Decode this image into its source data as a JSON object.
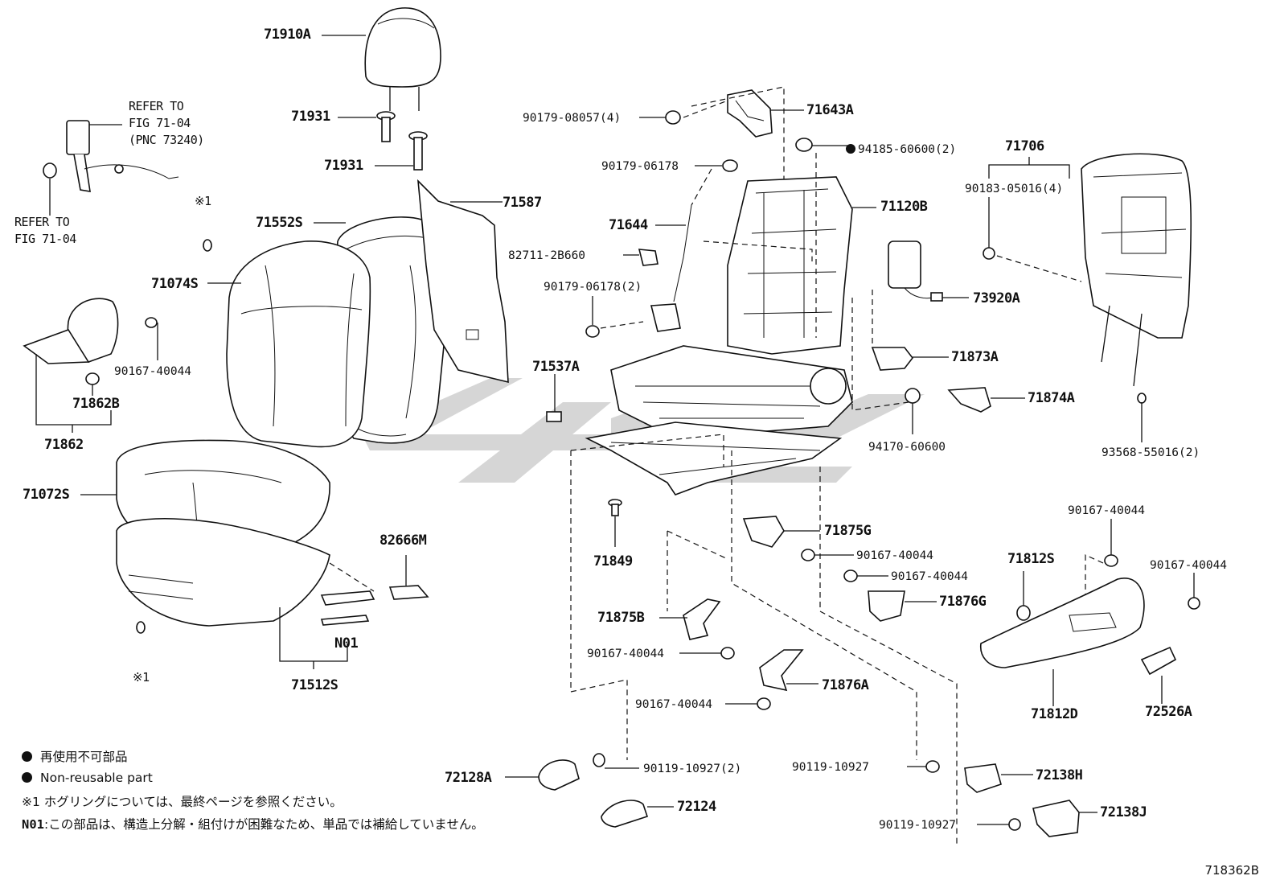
{
  "diagram": {
    "labels": [
      {
        "key": "71910A",
        "text": "71910A"
      },
      {
        "key": "71931a",
        "text": "71931"
      },
      {
        "key": "71931b",
        "text": "71931"
      },
      {
        "key": "refer1",
        "text": "REFER TO"
      },
      {
        "key": "refer1b",
        "text": "FIG 71-04"
      },
      {
        "key": "refer1c",
        "text": "(PNC 73240)"
      },
      {
        "key": "refer2",
        "text": "REFER TO"
      },
      {
        "key": "refer2b",
        "text": "FIG 71-04"
      },
      {
        "key": "note1a",
        "text": "※1"
      },
      {
        "key": "71587",
        "text": "71587"
      },
      {
        "key": "71552S",
        "text": "71552S"
      },
      {
        "key": "71074S",
        "text": "71074S"
      },
      {
        "key": "90167-40044a",
        "text": "90167-40044"
      },
      {
        "key": "71862B",
        "text": "71862B"
      },
      {
        "key": "71862",
        "text": "71862"
      },
      {
        "key": "71072S",
        "text": "71072S"
      },
      {
        "key": "82666M",
        "text": "82666M"
      },
      {
        "key": "N01",
        "text": "N01"
      },
      {
        "key": "71512S",
        "text": "71512S"
      },
      {
        "key": "note1b",
        "text": "※1"
      },
      {
        "key": "90179-08057",
        "text": "90179-08057(4)"
      },
      {
        "key": "71643A",
        "text": "71643A"
      },
      {
        "key": "94185-60600",
        "text": "94185-60600(2)"
      },
      {
        "key": "90179-06178",
        "text": "90179-06178"
      },
      {
        "key": "71644",
        "text": "71644"
      },
      {
        "key": "82711-2B660",
        "text": "82711-2B660"
      },
      {
        "key": "90179-06178-2",
        "text": "90179-06178(2)"
      },
      {
        "key": "71120B",
        "text": "71120B"
      },
      {
        "key": "71706",
        "text": "71706"
      },
      {
        "key": "90183-05016",
        "text": "90183-05016(4)"
      },
      {
        "key": "73920A",
        "text": "73920A"
      },
      {
        "key": "71873A",
        "text": "71873A"
      },
      {
        "key": "71537A",
        "text": "71537A"
      },
      {
        "key": "71874A",
        "text": "71874A"
      },
      {
        "key": "94170-60600",
        "text": "94170-60600"
      },
      {
        "key": "93568-55016",
        "text": "93568-55016(2)"
      },
      {
        "key": "71849",
        "text": "71849"
      },
      {
        "key": "71875G",
        "text": "71875G"
      },
      {
        "key": "90167-40044b",
        "text": "90167-40044"
      },
      {
        "key": "90167-40044c",
        "text": "90167-40044"
      },
      {
        "key": "71876G",
        "text": "71876G"
      },
      {
        "key": "90167-40044d",
        "text": "90167-40044"
      },
      {
        "key": "71812S",
        "text": "71812S"
      },
      {
        "key": "90167-40044e",
        "text": "90167-40044"
      },
      {
        "key": "71875B",
        "text": "71875B"
      },
      {
        "key": "90167-40044f",
        "text": "90167-40044"
      },
      {
        "key": "71876A",
        "text": "71876A"
      },
      {
        "key": "90167-40044g",
        "text": "90167-40044"
      },
      {
        "key": "71812D",
        "text": "71812D"
      },
      {
        "key": "72526A",
        "text": "72526A"
      },
      {
        "key": "72128A",
        "text": "72128A"
      },
      {
        "key": "90119-10927-2",
        "text": "90119-10927(2)"
      },
      {
        "key": "72124",
        "text": "72124"
      },
      {
        "key": "90119-10927a",
        "text": "90119-10927"
      },
      {
        "key": "72138H",
        "text": "72138H"
      },
      {
        "key": "90119-10927b",
        "text": "90119-10927"
      },
      {
        "key": "72138J",
        "text": "72138J"
      }
    ]
  },
  "legend": {
    "nonreusable_jp": "再使用不可部品",
    "nonreusable_en": "Non-reusable part",
    "note1_mark": "※1",
    "note1_text": "ホグリングについては、最終ページを参照ください。",
    "n01_mark": "N01",
    "n01_text": ":この部品は、構造上分解・組付けが困難なため、単品では補給していません。"
  },
  "figure_number": "718362B",
  "colors": {
    "ink": "#111111",
    "watermark": "#c8c8c8"
  }
}
